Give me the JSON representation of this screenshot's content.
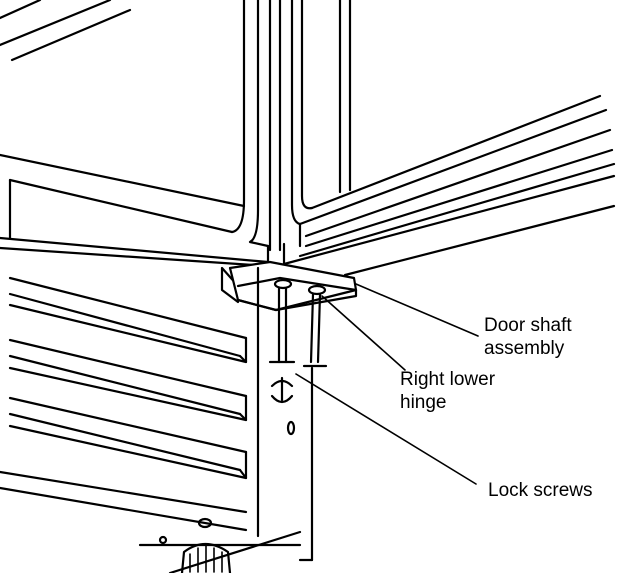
{
  "figure": {
    "labels": {
      "door_shaft": [
        "Door shaft",
        "assembly"
      ],
      "right_hinge": [
        "Right lower",
        "hinge"
      ],
      "lock_screws": [
        "Lock screws"
      ]
    },
    "colors": {
      "line": "#000000",
      "background": "#ffffff"
    }
  }
}
